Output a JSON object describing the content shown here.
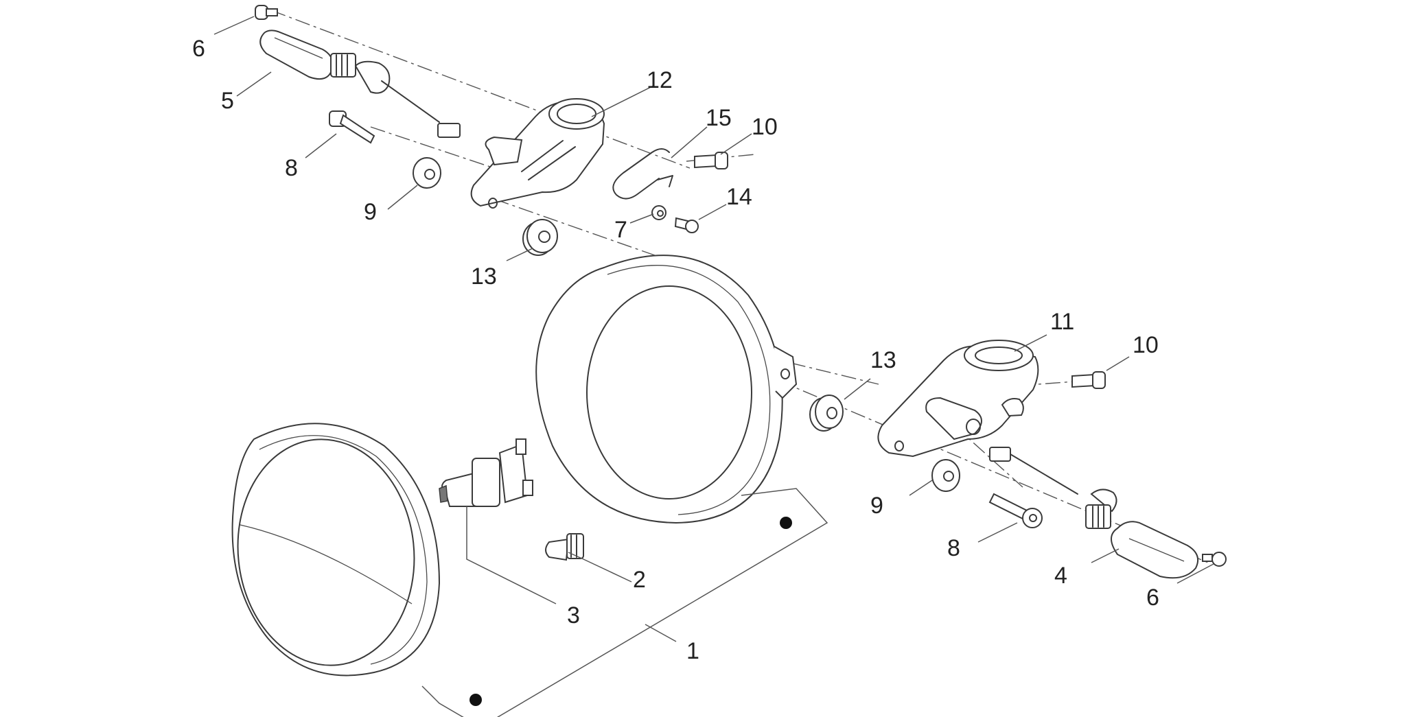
{
  "callouts": [
    {
      "id": "c6a",
      "text": "6"
    },
    {
      "id": "c5",
      "text": "5"
    },
    {
      "id": "c8a",
      "text": "8"
    },
    {
      "id": "c9a",
      "text": "9"
    },
    {
      "id": "c12",
      "text": "12"
    },
    {
      "id": "c15",
      "text": "15"
    },
    {
      "id": "c10a",
      "text": "10"
    },
    {
      "id": "c14",
      "text": "14"
    },
    {
      "id": "c7",
      "text": "7"
    },
    {
      "id": "c13a",
      "text": "13"
    },
    {
      "id": "c11",
      "text": "11"
    },
    {
      "id": "c10b",
      "text": "10"
    },
    {
      "id": "c13b",
      "text": "13"
    },
    {
      "id": "c9b",
      "text": "9"
    },
    {
      "id": "c8b",
      "text": "8"
    },
    {
      "id": "c4",
      "text": "4"
    },
    {
      "id": "c6b",
      "text": "6"
    },
    {
      "id": "c2",
      "text": "2"
    },
    {
      "id": "c3",
      "text": "3"
    },
    {
      "id": "c1",
      "text": "1"
    }
  ]
}
